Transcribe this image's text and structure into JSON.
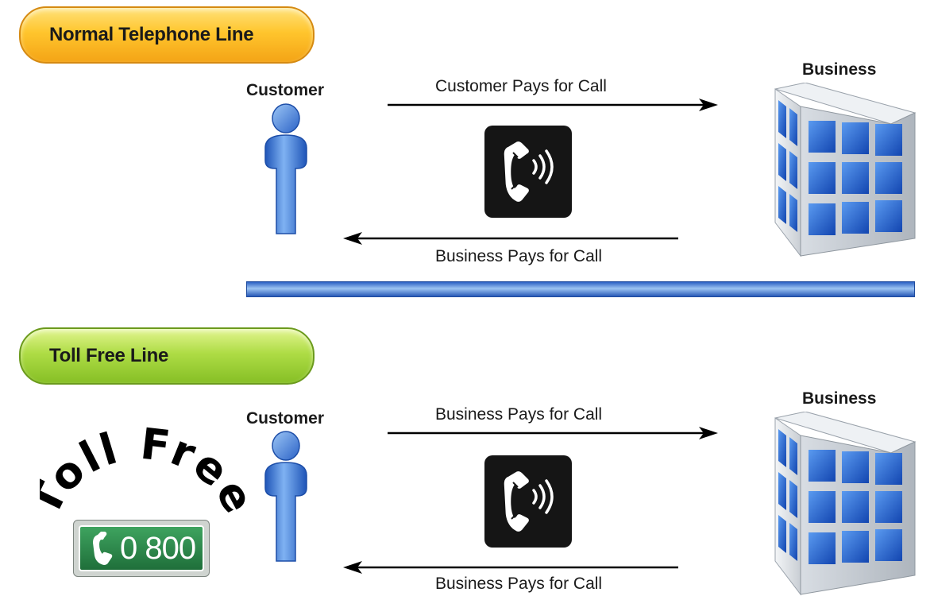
{
  "sections": {
    "normal": {
      "title": "Normal Telephone Line",
      "customer_label": "Customer",
      "business_label": "Business",
      "top_arrow_text": "Customer Pays for Call",
      "bottom_arrow_text": "Business Pays for Call"
    },
    "toll_free": {
      "title": "Toll Free Line",
      "customer_label": "Customer",
      "business_label": "Business",
      "top_arrow_text": "Business Pays for Call",
      "bottom_arrow_text": "Business Pays for Call",
      "badge_text": "Toll Free",
      "sign_number": "0 800"
    }
  },
  "colors": {
    "orange_pill": "#ffc52d",
    "green_pill": "#aedc45",
    "person_blue": "#2f6fd3",
    "building_blue": "#2a6ad8",
    "divider_blue": "#2b61c4",
    "sign_green": "#2f8a4c"
  },
  "icons": {
    "phone": "phone-icon",
    "person": "person-icon",
    "building": "building-icon",
    "sign_phone": "phone-handset-icon"
  }
}
